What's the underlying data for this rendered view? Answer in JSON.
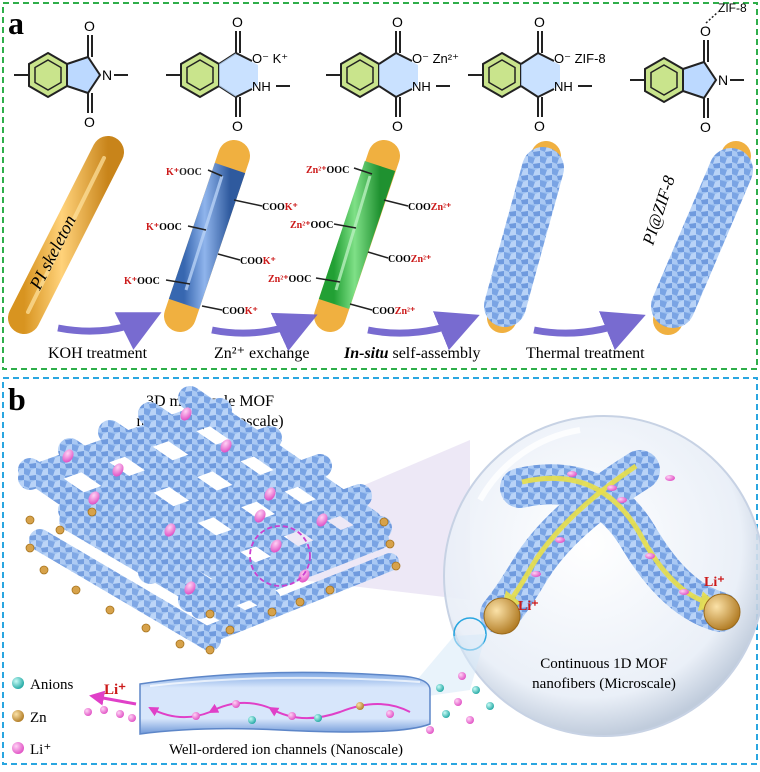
{
  "panel_a": {
    "label": "a",
    "structures": [
      {
        "top_label": "",
        "n_label": "N",
        "tail": ""
      },
      {
        "top_label": "O⁻ K⁺",
        "n_label": "NH",
        "tail": ""
      },
      {
        "top_label": "O⁻ Zn²⁺",
        "n_label": "NH",
        "tail": ""
      },
      {
        "top_label": "O⁻ ZIF-8",
        "n_label": "NH",
        "tail": ""
      },
      {
        "top_label": "ZIF-8",
        "n_label": "N",
        "tail": ""
      }
    ],
    "rod1_label": "PI skeleton",
    "rod5_label": "PI@ZIF-8",
    "rod2_labels": {
      "l1": "K⁺OOC",
      "r1": "COOK⁺",
      "l2": "K⁺OOC",
      "r2": "COOK⁺",
      "l3": "K⁺OOC",
      "r3": "COOK⁺"
    },
    "rod3_labels": {
      "l1": "Zn²⁺OOC",
      "r1": "COOZn²⁺",
      "l2": "Zn²⁺OOC",
      "r2": "COOZn²⁺",
      "l3": "Zn²⁺OOC",
      "r3": "COOZn²⁺"
    },
    "steps": {
      "s1": "KOH treatment",
      "s2": "Zn²⁺ exchange",
      "s3_italic": "In-situ",
      "s3_rest": " self-assembly",
      "s4": "Thermal treatment"
    }
  },
  "panel_b": {
    "label": "b",
    "macro_title_1": "3D multiscale MOF",
    "macro_title_2": "networks (Macroscale)",
    "micro_label_1": "Continuous 1D MOF",
    "micro_label_2": "nanofibers (Microscale)",
    "nano_label": "Well-ordered ion channels (Nanoscale)",
    "li_left": "Li⁺",
    "li_right": "Li⁺",
    "li_channel": "Li⁺",
    "legend": [
      "Anions",
      "Zn",
      "Li⁺"
    ]
  },
  "colors": {
    "panel_a_border": "#2fae4a",
    "panel_b_border": "#2aa6e0",
    "pi_rod": "#f0b040",
    "k_rod": "#4f83cf",
    "zn_rod": "#3fc64f",
    "mof": "#8fb6ee",
    "arrow": "#6a5ccc",
    "ring_fill": "#bcd9ff",
    "benzene_fill": "#c9e48c",
    "red_text": "#cc1a1a",
    "li_pink": "#f07ad8",
    "anion": "#34c6c0",
    "zn_dot": "#d7a24a"
  }
}
